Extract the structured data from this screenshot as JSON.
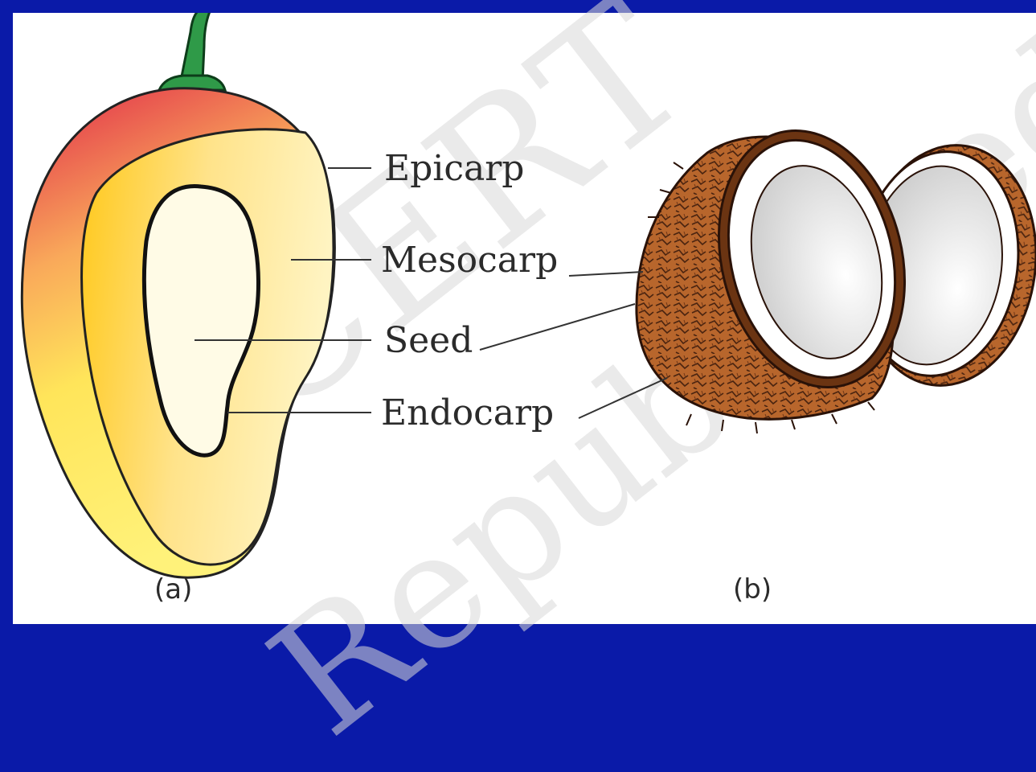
{
  "labels": {
    "epicarp": "Epicarp",
    "mesocarp": "Mesocarp",
    "seed": "Seed",
    "endocarp": "Endocarp"
  },
  "captions": {
    "a": "(a)",
    "b": "(b)"
  },
  "watermark": {
    "line1": "NCERT",
    "line2": "Republished"
  },
  "colors": {
    "frame": "#0a1aa8",
    "mango_skin_top": "#e0284a",
    "mango_skin_bottom": "#ffe23a",
    "mango_flesh": "#ffd23a",
    "seed": "#fffbe6",
    "stalk": "#2f9a48",
    "coconut_husk": "#b5632a",
    "coconut_kernel": "#ececec"
  }
}
